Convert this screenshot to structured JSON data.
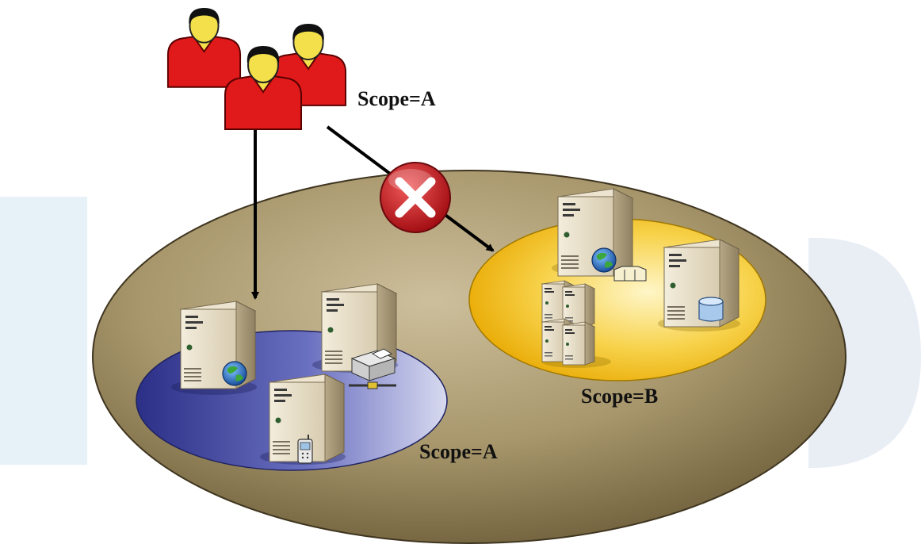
{
  "labels": {
    "users_scope": "Scope=A",
    "scope_a": "Scope=A",
    "scope_b": "Scope=B"
  },
  "icons": {
    "users": "user-group-icon",
    "denied": "denied-x-icon",
    "server": "server-tower-icon",
    "globe": "globe-icon",
    "printer": "printer-icon",
    "phone": "mobile-phone-icon",
    "database": "database-icon",
    "folder": "folder-icon",
    "server_rack": "server-rack-icon"
  },
  "colors": {
    "outer_scope": "#8a7a55",
    "scope_a_region": "#3a3f9a",
    "scope_b_region": "#f2c21c",
    "user_shirt": "#e01a1a",
    "user_head": "#f4e04a",
    "denied": "#c8141c",
    "watermark": "#e8f3f8"
  }
}
